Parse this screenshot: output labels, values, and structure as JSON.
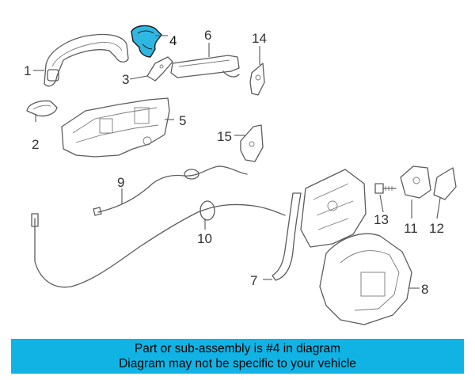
{
  "callouts": {
    "c1": "1",
    "c2": "2",
    "c3": "3",
    "c4": "4",
    "c5": "5",
    "c6": "6",
    "c7": "7",
    "c8": "8",
    "c9": "9",
    "c10": "10",
    "c11": "11",
    "c12": "12",
    "c13": "13",
    "c14": "14",
    "c15": "15"
  },
  "highlight_color": "#2fb7e3",
  "banner": {
    "color": "#11b3e4",
    "line1": "Part or sub-assembly is #4 in diagram",
    "line2": "Diagram may not be specific to your vehicle"
  }
}
